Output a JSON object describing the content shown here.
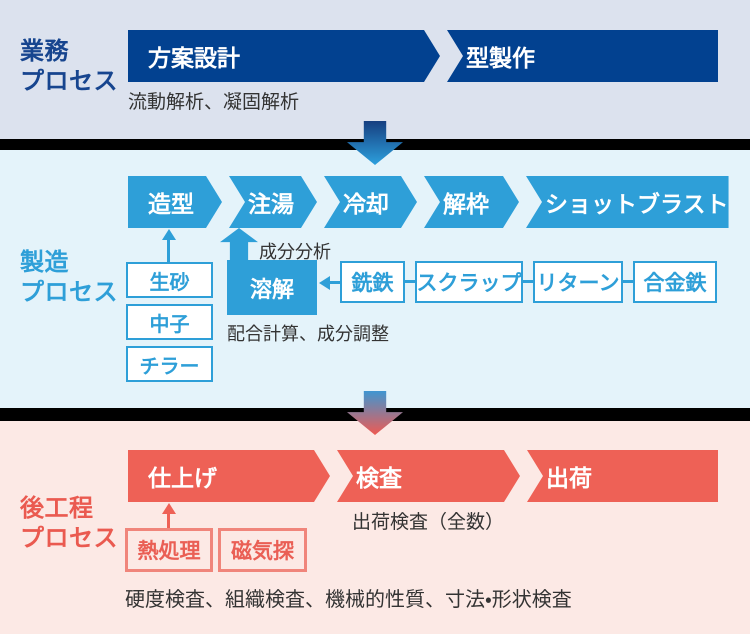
{
  "business": {
    "label_line1": "業務",
    "label_line2": "プロセス",
    "steps": [
      "方案設計",
      "型製作"
    ],
    "note": "流動解析、凝固解析"
  },
  "manufacturing": {
    "label_line1": "製造",
    "label_line2": "プロセス",
    "steps": [
      "造型",
      "注湯",
      "冷却",
      "解枠",
      "ショットブラスト"
    ],
    "melting_box": "溶解",
    "analysis_note": "成分分析",
    "mixing_note": "配合計算、成分調整",
    "sand_inputs": [
      "生砂",
      "中子",
      "チラー"
    ],
    "material_inputs": [
      "銑鉄",
      "スクラップ",
      "リターン",
      "合金鉄"
    ]
  },
  "post_process": {
    "label_line1": "後工程",
    "label_line2": "プロセス",
    "steps": [
      "仕上げ",
      "検査",
      "出荷"
    ],
    "shipping_note": "出荷検査（全数）",
    "treatment_inputs": [
      "熱処理",
      "磁気探"
    ],
    "inspection_note": "硬度検査、組織検査、機械的性質、寸法・形状検査"
  },
  "colors": {
    "business_bar": "#024190",
    "business_bg": "#dce2ee",
    "manufacturing_accent": "#2e9fd8",
    "manufacturing_bg": "#e4f3fa",
    "post_accent": "#ee6156",
    "post_bg": "#fce9e5",
    "divider": "#000000",
    "note_text": "#333333"
  }
}
